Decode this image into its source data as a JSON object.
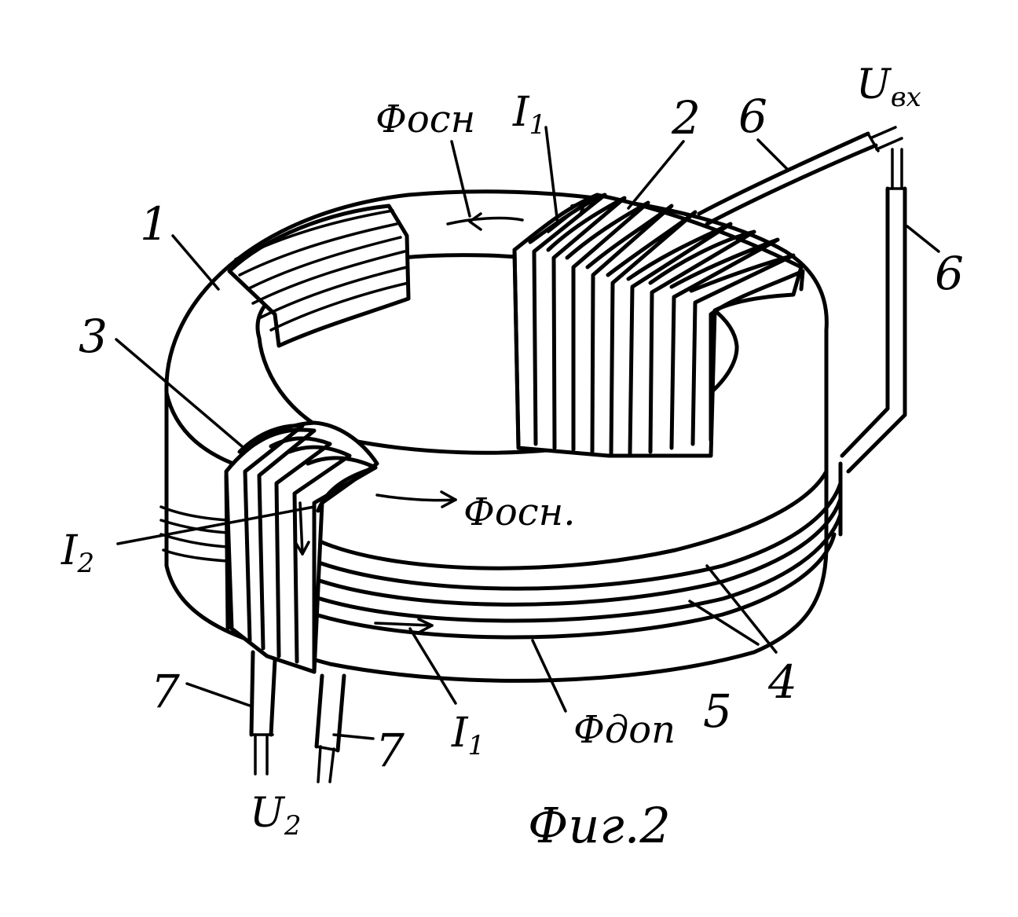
{
  "labels": {
    "n1": "1",
    "n2": "2",
    "n3": "3",
    "n4": "4",
    "n5": "5",
    "n6a": "6",
    "n6b": "6",
    "n7a": "7",
    "n7b": "7",
    "phi_main_top": "Фосн",
    "phi_main_front": "Фосн.",
    "phi_add": "Фдоп",
    "i1_top_base": "I",
    "i1_top_sub": "1",
    "i1_bottom_base": "I",
    "i1_bottom_sub": "1",
    "i2_base": "I",
    "i2_sub": "2",
    "u_in_base": "U",
    "u_in_sub": "вх",
    "u2_base": "U",
    "u2_sub": "2",
    "caption": "Фиг.2"
  },
  "colors": {
    "ink": "#000000",
    "paper": "#ffffff"
  }
}
